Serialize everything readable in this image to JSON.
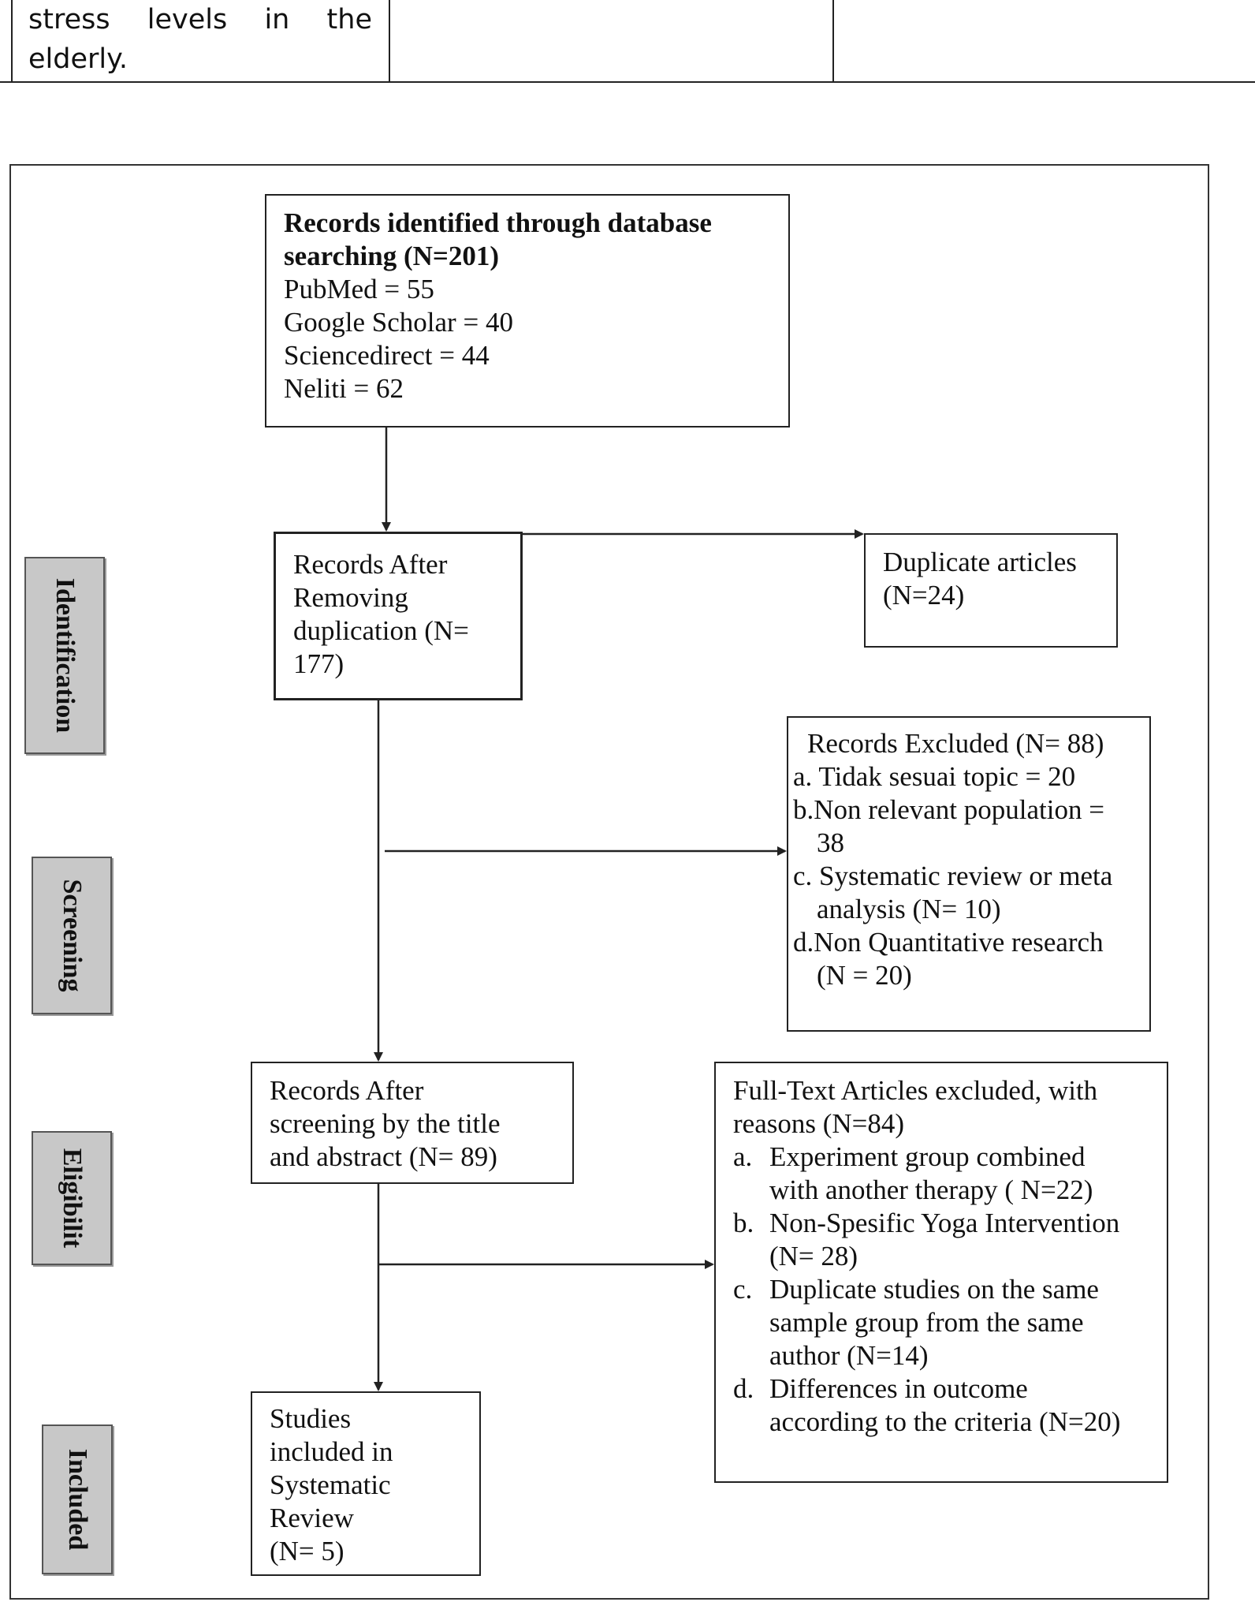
{
  "table_fragment": {
    "cell_lines": [
      "stress levels in the",
      "elderly."
    ]
  },
  "stages": {
    "identification": "Identification",
    "screening": "Screening",
    "eligibility": "Eligibilit",
    "included": "Included"
  },
  "boxes": {
    "identified": {
      "title_line1": "Records identified through database",
      "title_line2": "searching (N=201)",
      "sources": [
        "PubMed = 55",
        "Google Scholar = 40",
        "Sciencedirect = 44",
        "Neliti = 62"
      ]
    },
    "after_dedup": {
      "lines": [
        "Records After",
        "Removing",
        "duplication (N=",
        "177)"
      ]
    },
    "duplicates": {
      "lines": [
        "Duplicate articles",
        "(N=24)"
      ]
    },
    "records_excluded": {
      "title": "Records Excluded (N= 88)",
      "items": [
        {
          "marker": "a.",
          "lines": [
            "Tidak sesuai topic = 20"
          ]
        },
        {
          "marker": "b.",
          "lines": [
            "Non relevant population =",
            "38"
          ]
        },
        {
          "marker": "c.",
          "lines": [
            "Systematic review or meta",
            "analysis (N= 10)"
          ]
        },
        {
          "marker": "d.",
          "lines": [
            "Non Quantitative research",
            "(N = 20)"
          ]
        }
      ]
    },
    "after_screening": {
      "lines": [
        "Records After",
        "screening by the title",
        "and abstract  (N= 89)"
      ]
    },
    "fulltext_excluded": {
      "title_line1": "Full-Text Articles excluded, with",
      "title_line2": "reasons (N=84)",
      "items": [
        {
          "marker": "a.",
          "lines": [
            "Experiment group combined",
            "with another therapy ( N=22)"
          ]
        },
        {
          "marker": "b.",
          "lines": [
            "Non-Spesific Yoga Intervention",
            "(N= 28)"
          ]
        },
        {
          "marker": "c.",
          "lines": [
            "Duplicate studies on the same",
            "sample group from the same",
            "author (N=14)"
          ]
        },
        {
          "marker": "d.",
          "lines": [
            "Differences in outcome",
            "according to the criteria (N=20)"
          ]
        }
      ]
    },
    "included": {
      "lines": [
        "Studies",
        "included in",
        "Systematic",
        "Review",
        "(N= 5)"
      ]
    }
  }
}
